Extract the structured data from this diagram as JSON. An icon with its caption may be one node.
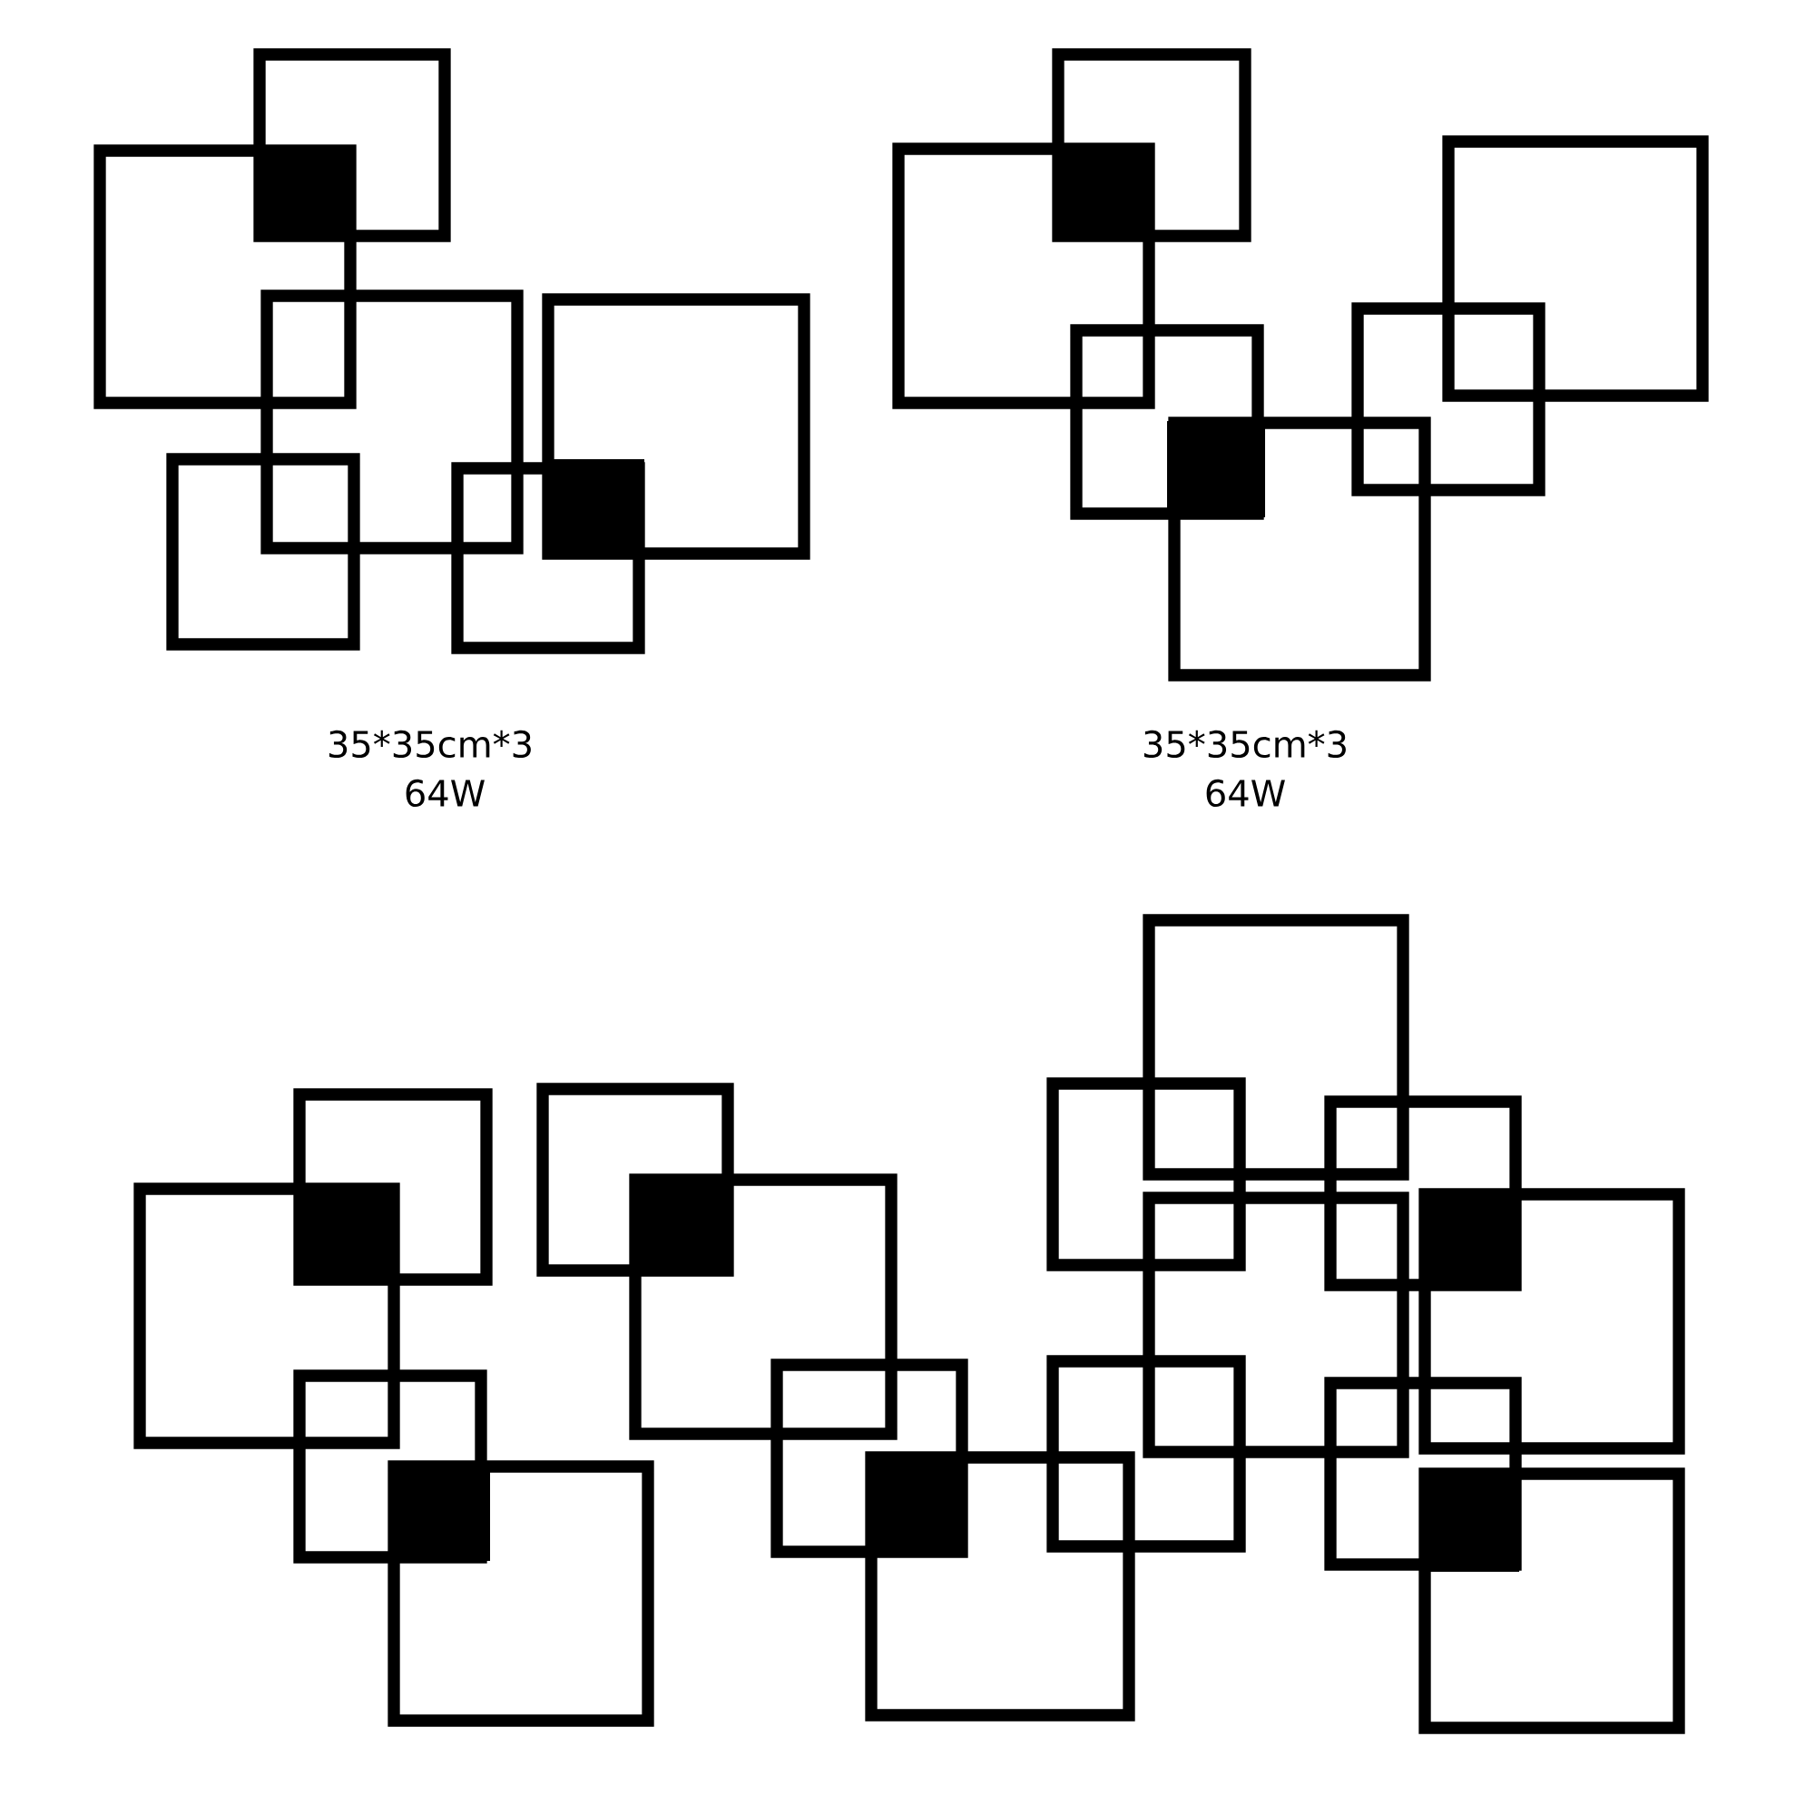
{
  "diagram": {
    "labels": [
      "35*35cm*3",
      "64W",
      "35*35cm*3",
      "64W"
    ]
  }
}
